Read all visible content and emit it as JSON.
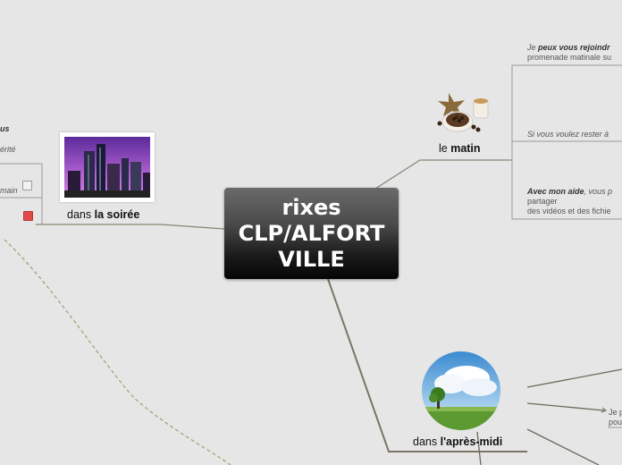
{
  "central": {
    "line1": "rixes",
    "line2": "CLP/ALFORT",
    "line3": "VILLE"
  },
  "branches": {
    "matin": {
      "prefix": "le ",
      "bold": "matin",
      "icon": "coffee-beans-icon"
    },
    "soiree": {
      "prefix": "dans ",
      "bold": "la soirée",
      "icon": "city-skyline-photo"
    },
    "apres_midi": {
      "prefix": "dans ",
      "bold": "l'après-midi",
      "icon": "tree-sky-photo"
    }
  },
  "notes": {
    "matin_1_prefix": "Je ",
    "matin_1_bold": "peux vous rejoindr",
    "matin_1_line2": "promenade matinale su",
    "matin_2": "Si vous voulez rester à",
    "matin_3_bold": "Avec mon aide",
    "matin_3_rest": ", vous p",
    "matin_3_line2": "partager",
    "matin_3_line3": "des vidéos et des fichie",
    "left_1": "us",
    "left_2": "érité",
    "left_3": "main",
    "apres_1_line1": "Je p",
    "apres_1_line2": "pou"
  },
  "colors": {
    "background": "#e6e6e6",
    "link": "#888070",
    "dashed": "#a89a70"
  }
}
